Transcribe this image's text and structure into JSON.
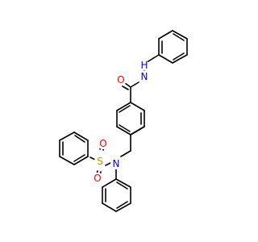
{
  "molecule": {
    "atoms": {
      "amide_o": {
        "label": "O",
        "color": "#ff0000"
      },
      "amide_n": {
        "label": "N",
        "color": "#0000ff"
      },
      "amide_h": {
        "label": "H",
        "color": "#0000ff"
      },
      "sulfonamide_n": {
        "label": "N",
        "color": "#0000ff"
      },
      "sulfur": {
        "label": "S",
        "color": "#b3a000"
      },
      "sulfonyl_o_top": {
        "label": "O",
        "color": "#ff0000"
      },
      "sulfonyl_o_bottom": {
        "label": "O",
        "color": "#ff0000"
      }
    }
  }
}
